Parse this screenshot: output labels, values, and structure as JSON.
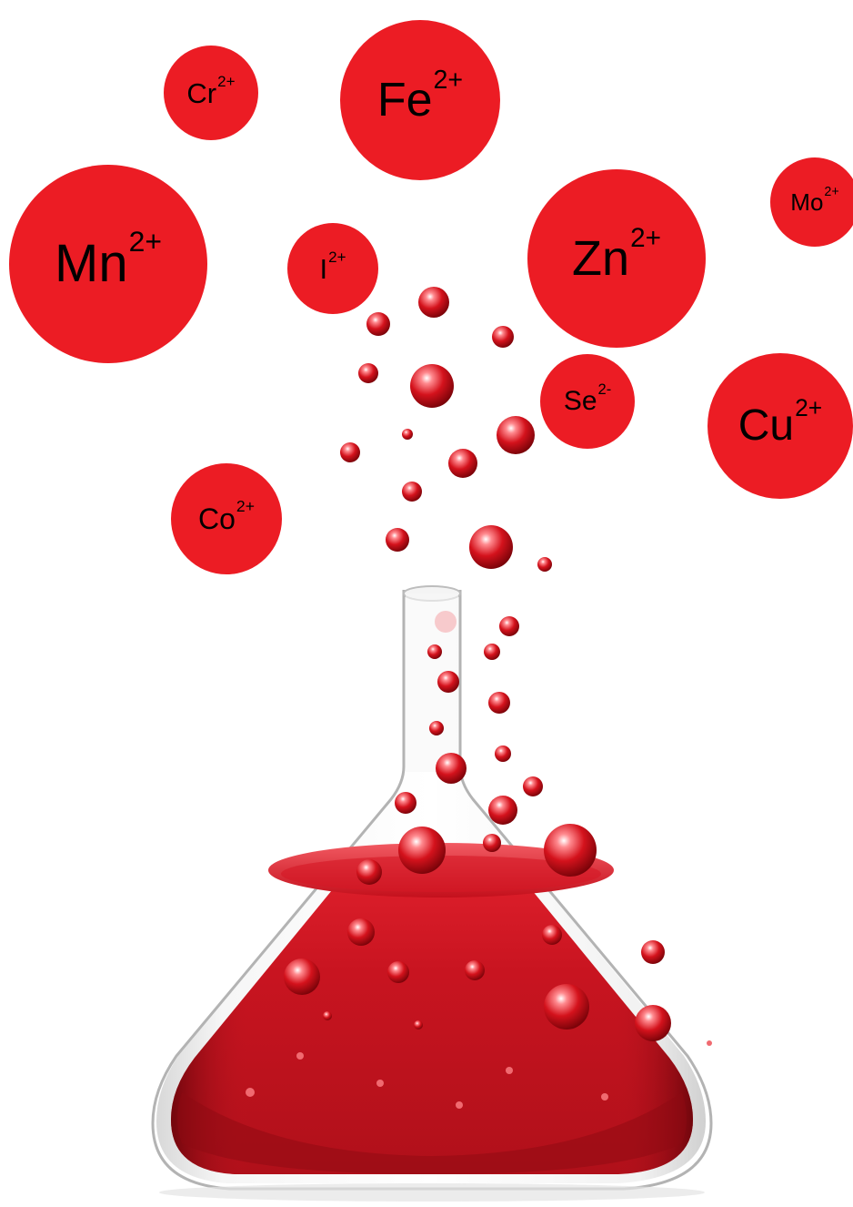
{
  "ions": [
    {
      "symbol": "Cr",
      "charge": "2+"
    },
    {
      "symbol": "Fe",
      "charge": "2+"
    },
    {
      "symbol": "Mn",
      "charge": "2+"
    },
    {
      "symbol": "I",
      "charge": "2+"
    },
    {
      "symbol": "Zn",
      "charge": "2+"
    },
    {
      "symbol": "Mo",
      "charge": "2+"
    },
    {
      "symbol": "Se",
      "charge": "2-"
    },
    {
      "symbol": "Cu",
      "charge": "2+"
    },
    {
      "symbol": "Co",
      "charge": "2+"
    }
  ],
  "colors": {
    "ion_fill": "#ec1c24",
    "liquid": "#c8101e",
    "liquid_dark": "#8e0a12",
    "glass_edge": "#b0b0b0"
  },
  "icons": [
    "erlenmeyer-flask-icon",
    "bubble-icon"
  ]
}
